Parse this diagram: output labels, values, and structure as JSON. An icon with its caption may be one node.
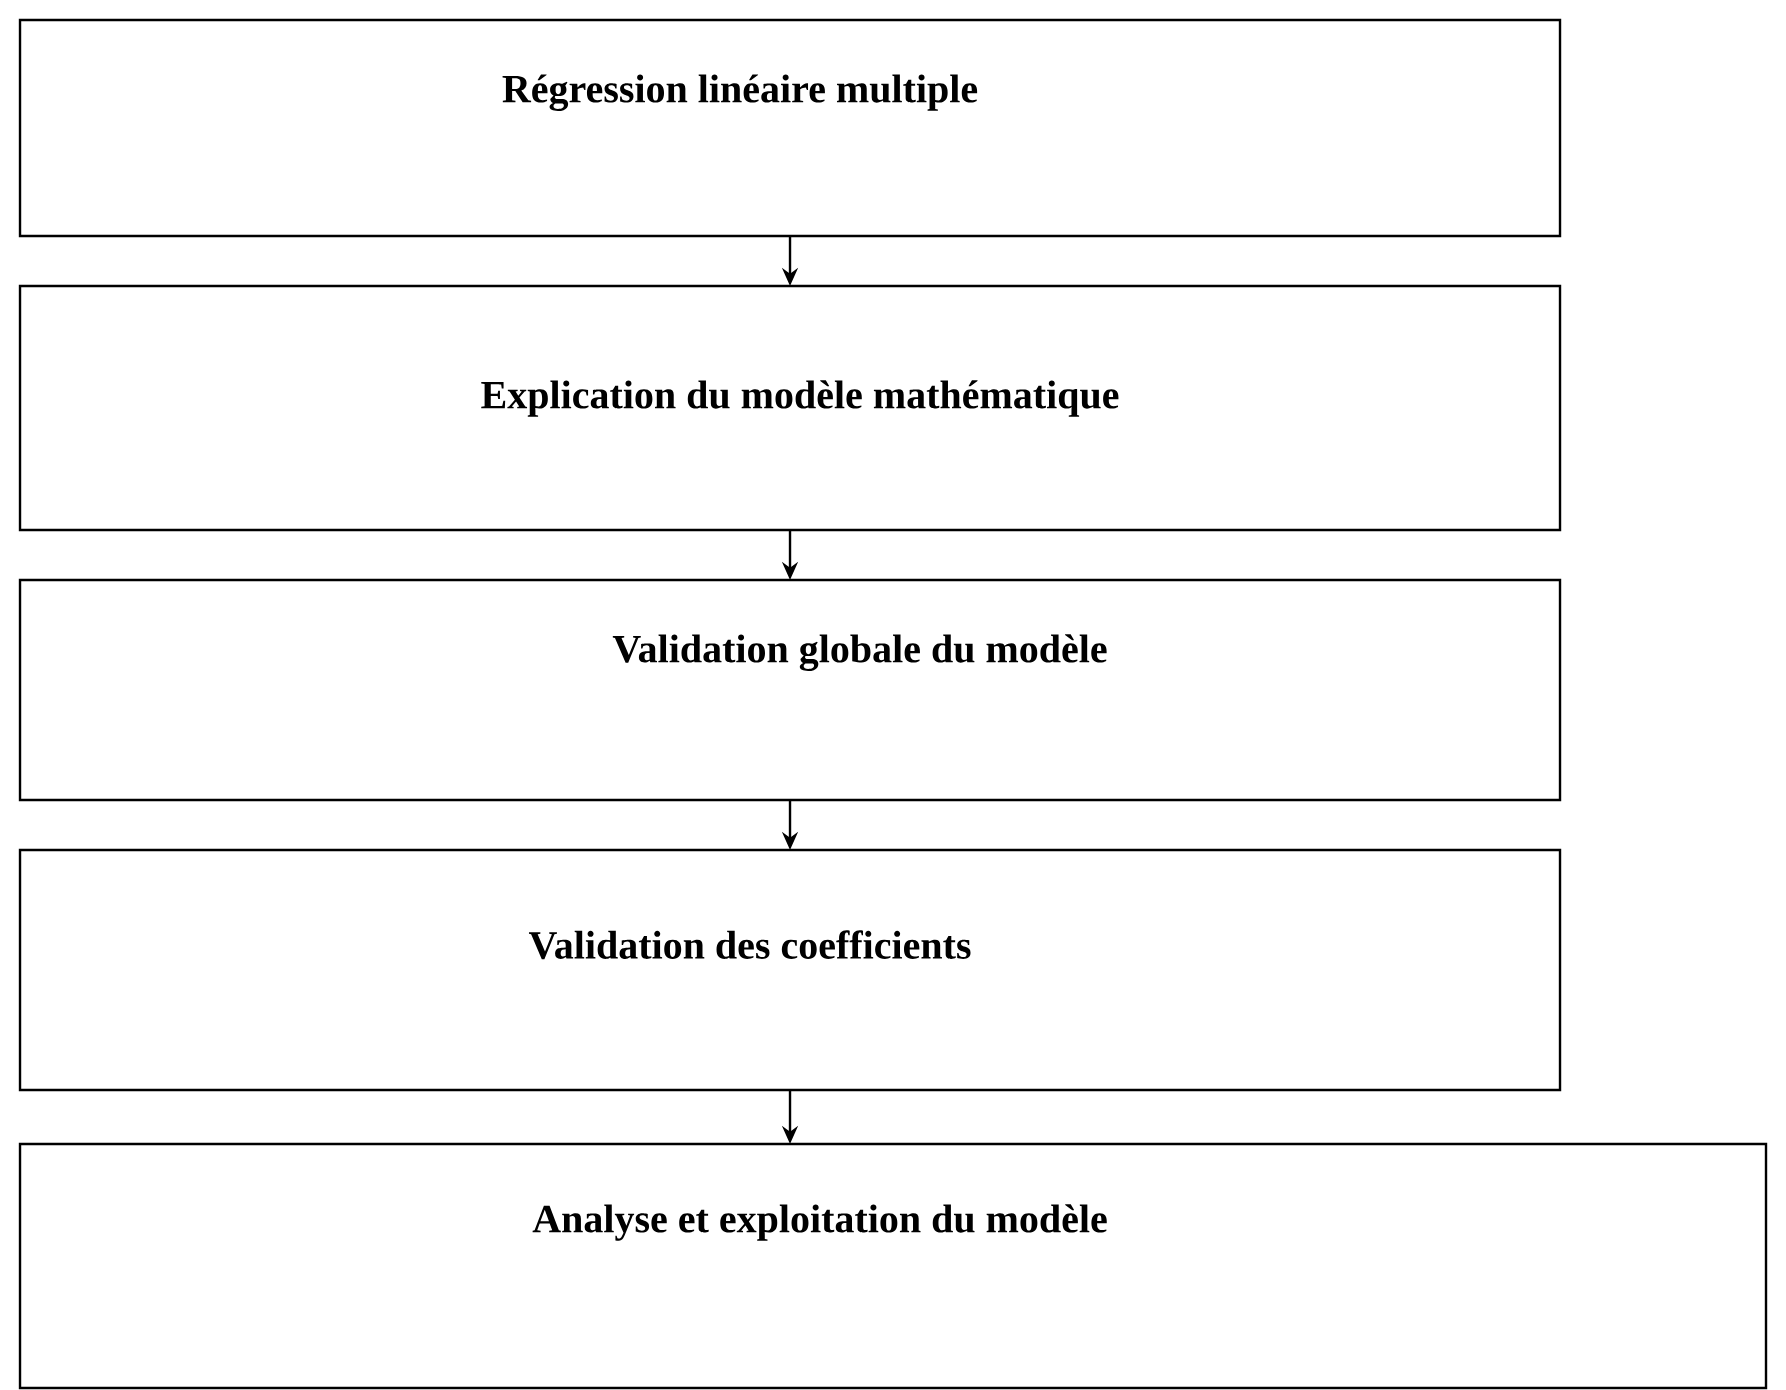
{
  "diagram": {
    "nodes": [
      {
        "text": [
          "Régression linéaire multiple"
        ]
      },
      {
        "text": [
          "Explication du modèle mathématique"
        ]
      },
      {
        "text": [
          "Validation globale du modèle"
        ]
      },
      {
        "text": [
          "Validation des coefficients"
        ]
      },
      {
        "text": [
          "Analyse et exploitation du modèle"
        ]
      }
    ],
    "edges": [
      {
        "from": 0,
        "to": 1,
        "arrow": "to"
      },
      {
        "from": 1,
        "to": 2,
        "arrow": "to"
      },
      {
        "from": 2,
        "to": 3,
        "arrow": "to"
      },
      {
        "from": 3,
        "to": 4,
        "arrow": "to"
      }
    ]
  }
}
